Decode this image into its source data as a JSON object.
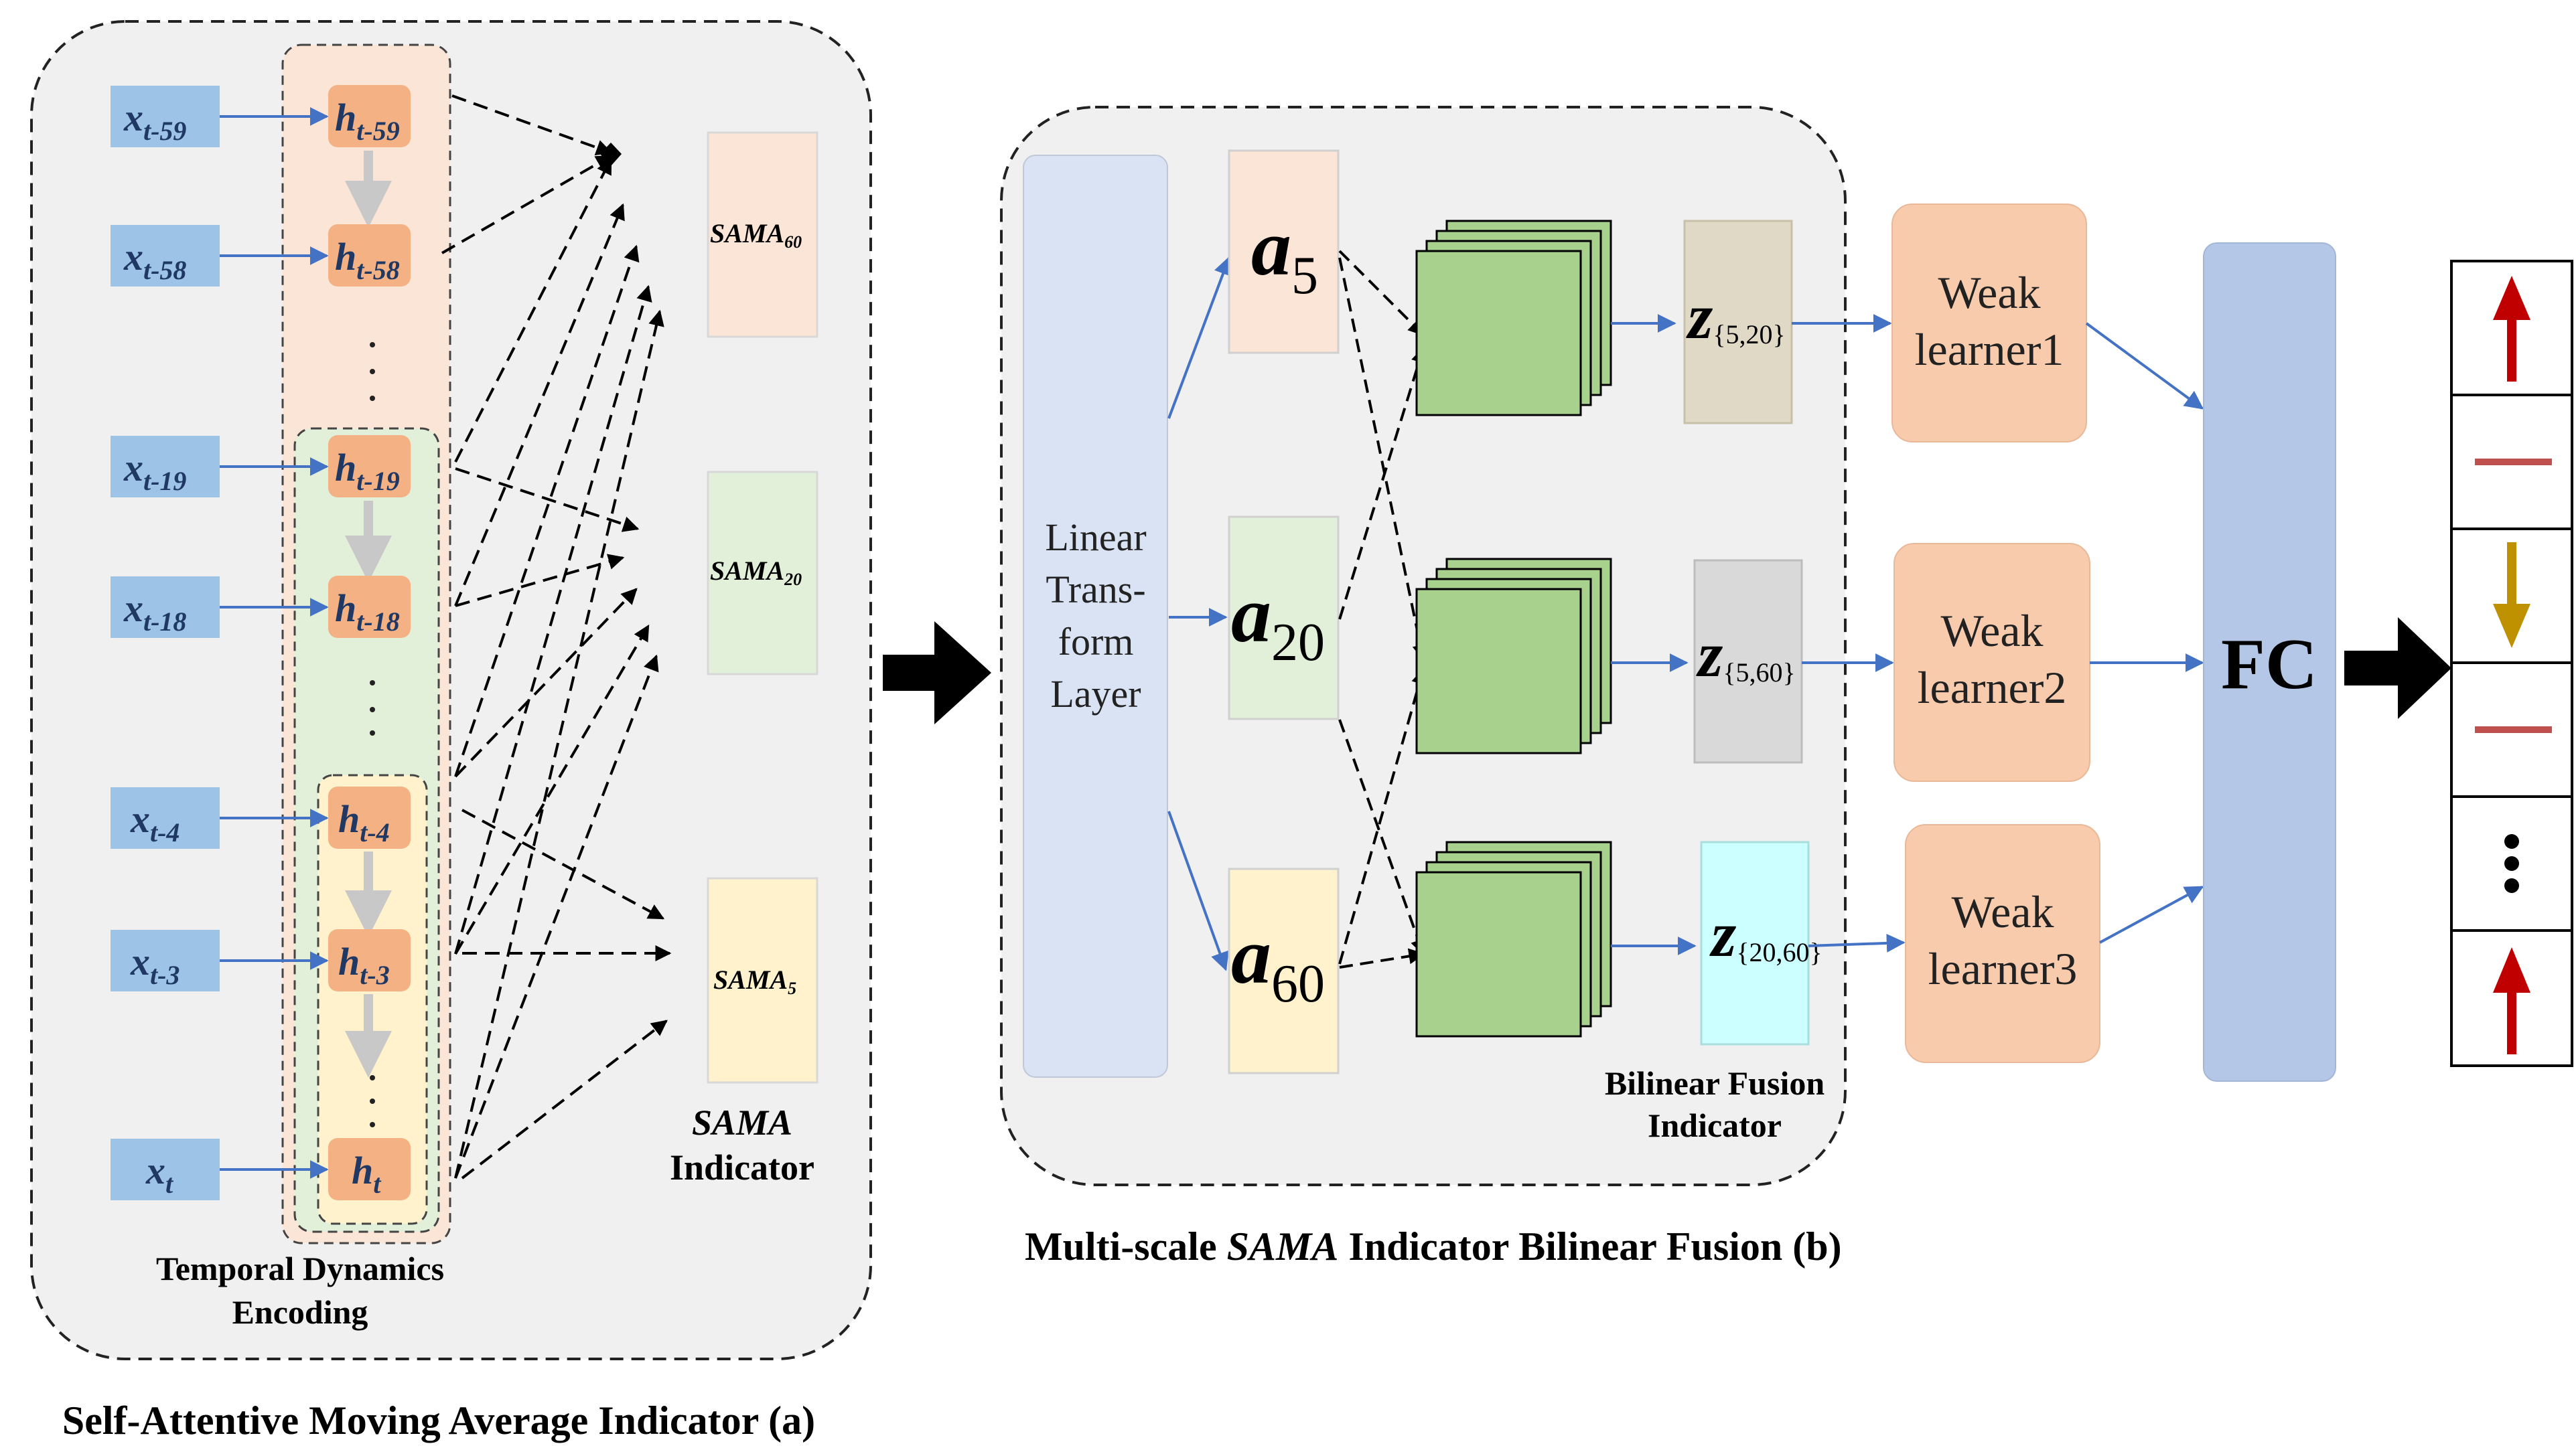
{
  "panel_a": {
    "caption": "Self-Attentive Moving Average Indicator (a)",
    "encoding_label_line1": "Temporal Dynamics",
    "encoding_label_line2": "Encoding",
    "inputs": [
      {
        "base": "x",
        "sub": "t-59"
      },
      {
        "base": "x",
        "sub": "t-58"
      },
      {
        "base": "x",
        "sub": "t-19"
      },
      {
        "base": "x",
        "sub": "t-18"
      },
      {
        "base": "x",
        "sub": "t-4"
      },
      {
        "base": "x",
        "sub": "t-3"
      },
      {
        "base": "x",
        "sub": "t"
      }
    ],
    "hidden": [
      {
        "base": "h",
        "sub": "t-59"
      },
      {
        "base": "h",
        "sub": "t-58"
      },
      {
        "base": "h",
        "sub": "t-19"
      },
      {
        "base": "h",
        "sub": "t-18"
      },
      {
        "base": "h",
        "sub": "t-4"
      },
      {
        "base": "h",
        "sub": "t-3"
      },
      {
        "base": "h",
        "sub": "t"
      }
    ],
    "sama_boxes": [
      {
        "base": "SAMA",
        "sub": "60"
      },
      {
        "base": "SAMA",
        "sub": "20"
      },
      {
        "base": "SAMA",
        "sub": "5"
      }
    ],
    "sama_indicator_line1": "SAMA",
    "sama_indicator_line2": "Indicator"
  },
  "panel_b": {
    "caption_prefix": "Multi-scale ",
    "caption_italic": "SAMA",
    "caption_suffix": " Indicator Bilinear Fusion (b)",
    "linear_layer_lines": [
      "Linear",
      "Trans-",
      "form",
      "Layer"
    ],
    "a_nodes": [
      {
        "base": "a",
        "sub": "5"
      },
      {
        "base": "a",
        "sub": "20"
      },
      {
        "base": "a",
        "sub": "60"
      }
    ],
    "z_nodes": [
      {
        "base": "z",
        "sub": "{5,20}"
      },
      {
        "base": "z",
        "sub": "{5,60}"
      },
      {
        "base": "z",
        "sub": "{20,60}"
      }
    ],
    "fusion_label_line1": "Bilinear Fusion",
    "fusion_label_line2": "Indicator"
  },
  "learners": [
    {
      "line1": "Weak",
      "line2": "learner1"
    },
    {
      "line1": "Weak",
      "line2": "learner2"
    },
    {
      "line1": "Weak",
      "line2": "learner3"
    }
  ],
  "fc_label": "FC",
  "output_cells": [
    "up-arrow",
    "flat",
    "down-arrow",
    "flat",
    "ellipsis",
    "up-arrow"
  ],
  "colors": {
    "panel_bg": "#f0f0f0",
    "input_blue": "#9dc3e6",
    "hidden_orange": "#f4b183",
    "region_orange": "#fbe5d6",
    "region_green": "#e2f0d9",
    "region_yellow": "#fff2cc",
    "linear_layer": "#dae3f3",
    "fc_blue": "#b4c7e7",
    "fusion_green": "#a9d18e",
    "z1_tan": "#e0d9c5",
    "z2_gray": "#d9d9d9",
    "z3_cyan": "#ccffff",
    "learner_peach": "#f8cbad",
    "arrow_blue": "#4472c4",
    "up_red": "#c00000",
    "down_gold": "#bf9000",
    "flat_red": "#c0504d"
  }
}
